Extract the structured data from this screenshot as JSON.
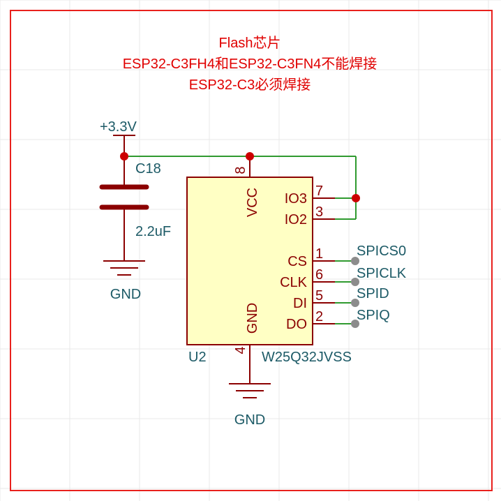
{
  "colors": {
    "border": "#e8211d",
    "grid": "#e9e9e9",
    "wire": "#2f9a2f",
    "pin": "#8b0000",
    "junction": "#cc0000",
    "chip_fill": "#ffffc4",
    "chip_stroke": "#8b0000",
    "note_text": "#e00000",
    "label_text": "#1c5a66",
    "pin_text": "#8b0000",
    "netflag": "#8c8c8c"
  },
  "note": {
    "line1": "Flash芯片",
    "line2": "ESP32-C3FH4和ESP32-C3FN4不能焊接",
    "line3": "ESP32-C3必须焊接"
  },
  "power": {
    "vcc_label": "+3.3V",
    "gnd_label_left": "GND",
    "gnd_label_bottom": "GND"
  },
  "capacitor": {
    "ref": "C18",
    "value": "2.2uF"
  },
  "chip": {
    "ref": "U2",
    "part": "W25Q32JVSS",
    "vcc_label": "VCC",
    "gnd_label": "GND",
    "vcc_pin": "8",
    "gnd_pin": "4",
    "right_pins": [
      {
        "num": "7",
        "name": "IO3"
      },
      {
        "num": "3",
        "name": "IO2"
      },
      {
        "num": "1",
        "name": "CS"
      },
      {
        "num": "6",
        "name": "CLK"
      },
      {
        "num": "5",
        "name": "DI"
      },
      {
        "num": "2",
        "name": "DO"
      }
    ]
  },
  "nets": {
    "spics0": "SPICS0",
    "spiclk": "SPICLK",
    "spid": "SPID",
    "spiq": "SPIQ"
  }
}
